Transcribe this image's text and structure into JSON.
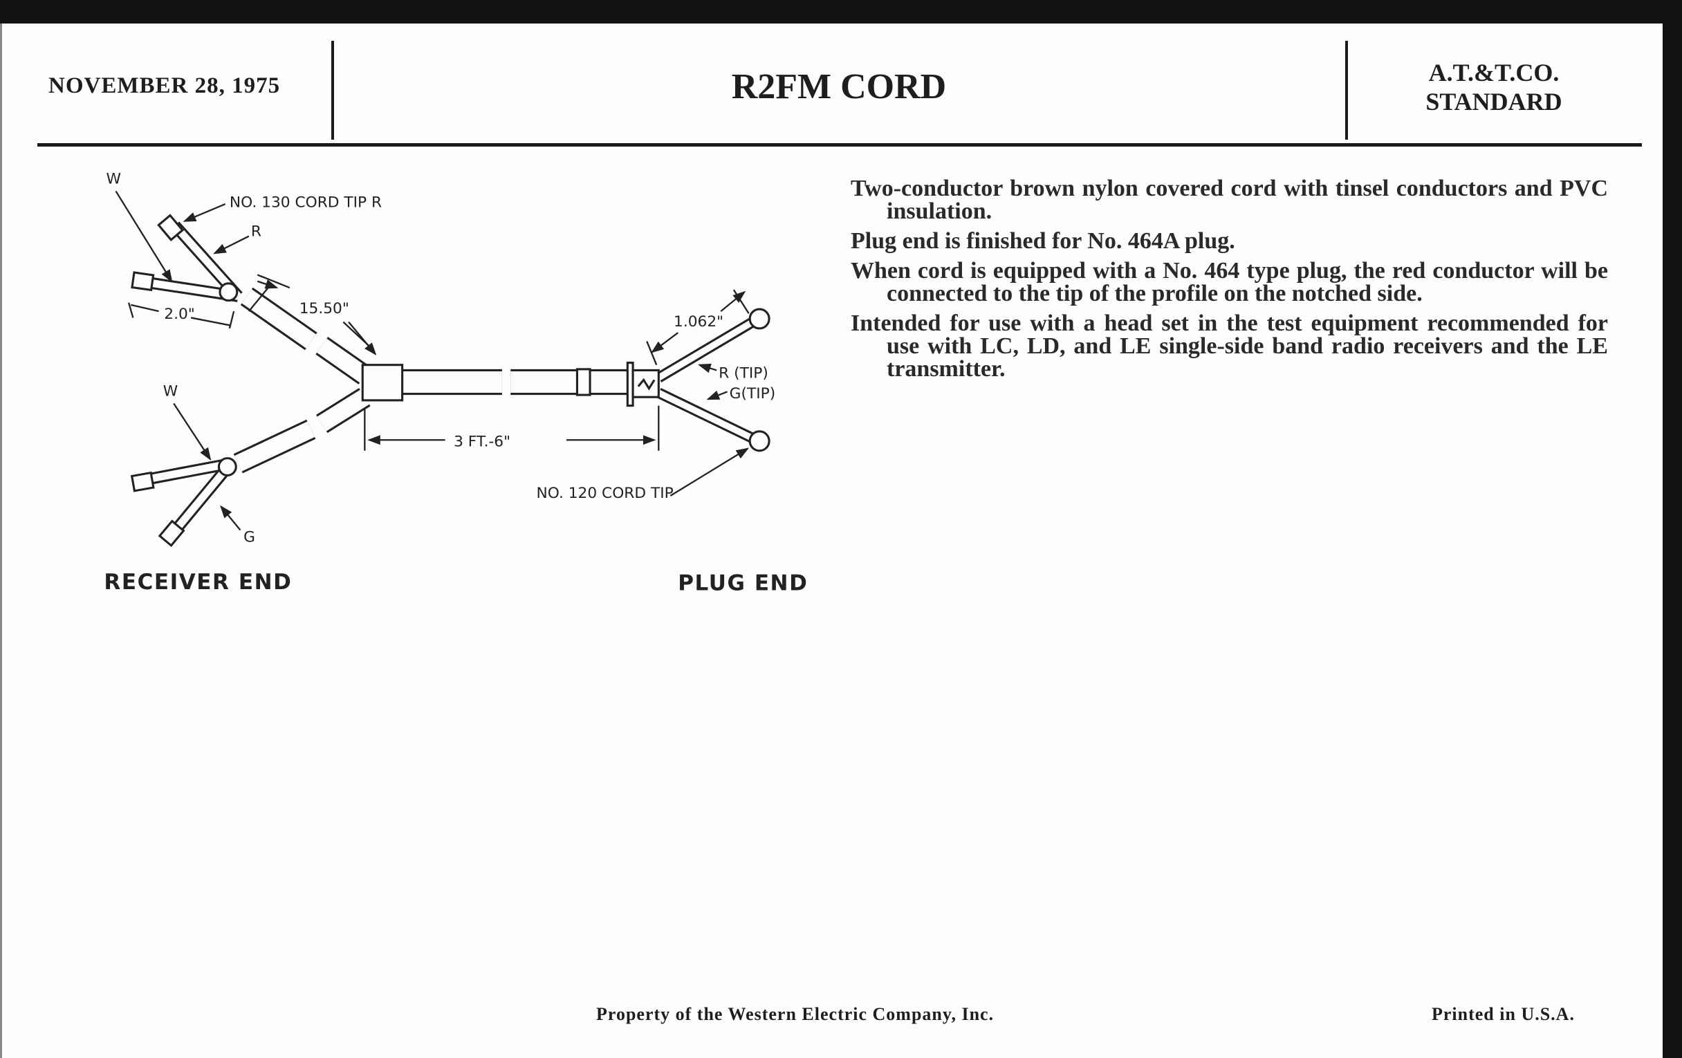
{
  "header": {
    "date": "NOVEMBER 28, 1975",
    "title": "R2FM CORD",
    "org_line1": "A.T.&T.CO.",
    "org_line2": "STANDARD"
  },
  "description": [
    "Two-conductor brown nylon covered cord with tinsel conductors and PVC insulation.",
    "Plug end is finished for No. 464A plug.",
    "When cord is equipped with a No. 464 type plug, the red conductor will be connected to the tip of the profile on the notched side.",
    "Intended for use with a head set in the test equipment recommended for use with LC, LD, and LE single-side band radio receivers and the LE transmitter."
  ],
  "diagram": {
    "label_w_top": "W",
    "label_cord_tip_130": "NO. 130 CORD TIP R",
    "label_r": "R",
    "label_15_50": "15.50\"",
    "label_2_0": "2.0\"",
    "label_w_bottom": "W",
    "label_g": "G",
    "label_length": "3 FT.-6\"",
    "label_cord_tip_120": "NO. 120 CORD TIP",
    "label_1_062": "1.062\"",
    "label_r_tip": "R (TIP)",
    "label_g_tip": "G(TIP)",
    "receiver_end": "RECEIVER END",
    "plug_end": "PLUG END"
  },
  "footer": {
    "property": "Property of the Western Electric Company, Inc.",
    "printed": "Printed in U.S.A."
  }
}
